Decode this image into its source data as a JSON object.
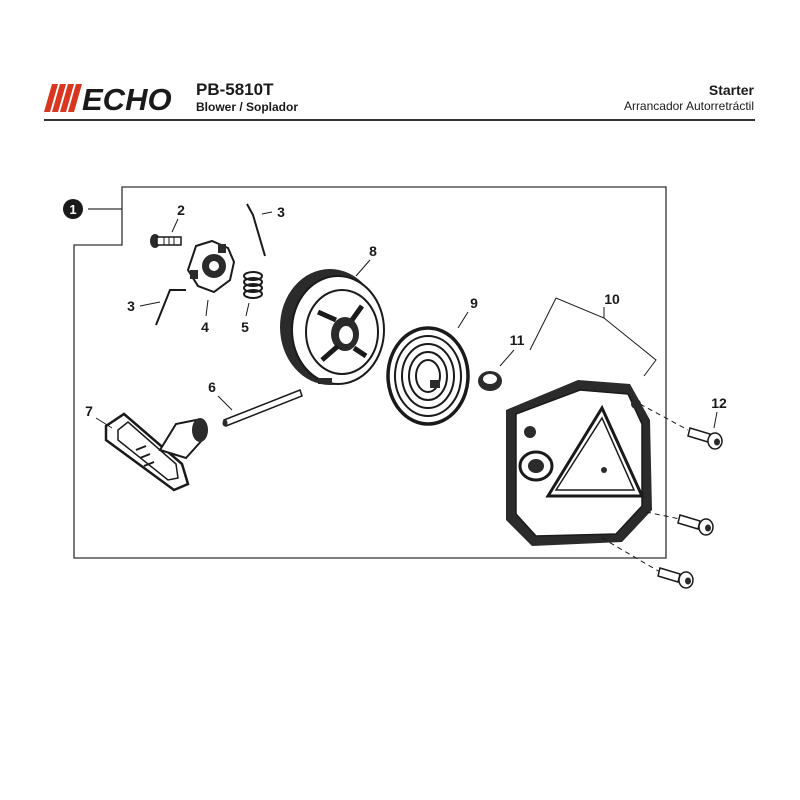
{
  "header": {
    "brand": "ECHO",
    "model": "PB-5810T",
    "model_subtitle": "Blower / Soplador",
    "section_title": "Starter",
    "section_subtitle": "Arrancador Autorretráctil"
  },
  "callouts": {
    "assembly": "1",
    "bolt": "2",
    "pawl_spring_top": "3",
    "pawl_spring_left": "3",
    "ratchet": "4",
    "spring": "5",
    "shaft": "6",
    "handle": "7",
    "pulley": "8",
    "recoil_spring": "9",
    "case": "10",
    "bushing": "11",
    "screw": "12"
  },
  "colors": {
    "brand_red": "#d9351f",
    "line": "#1a1a1a",
    "part_fill": "#2b2b2b"
  }
}
